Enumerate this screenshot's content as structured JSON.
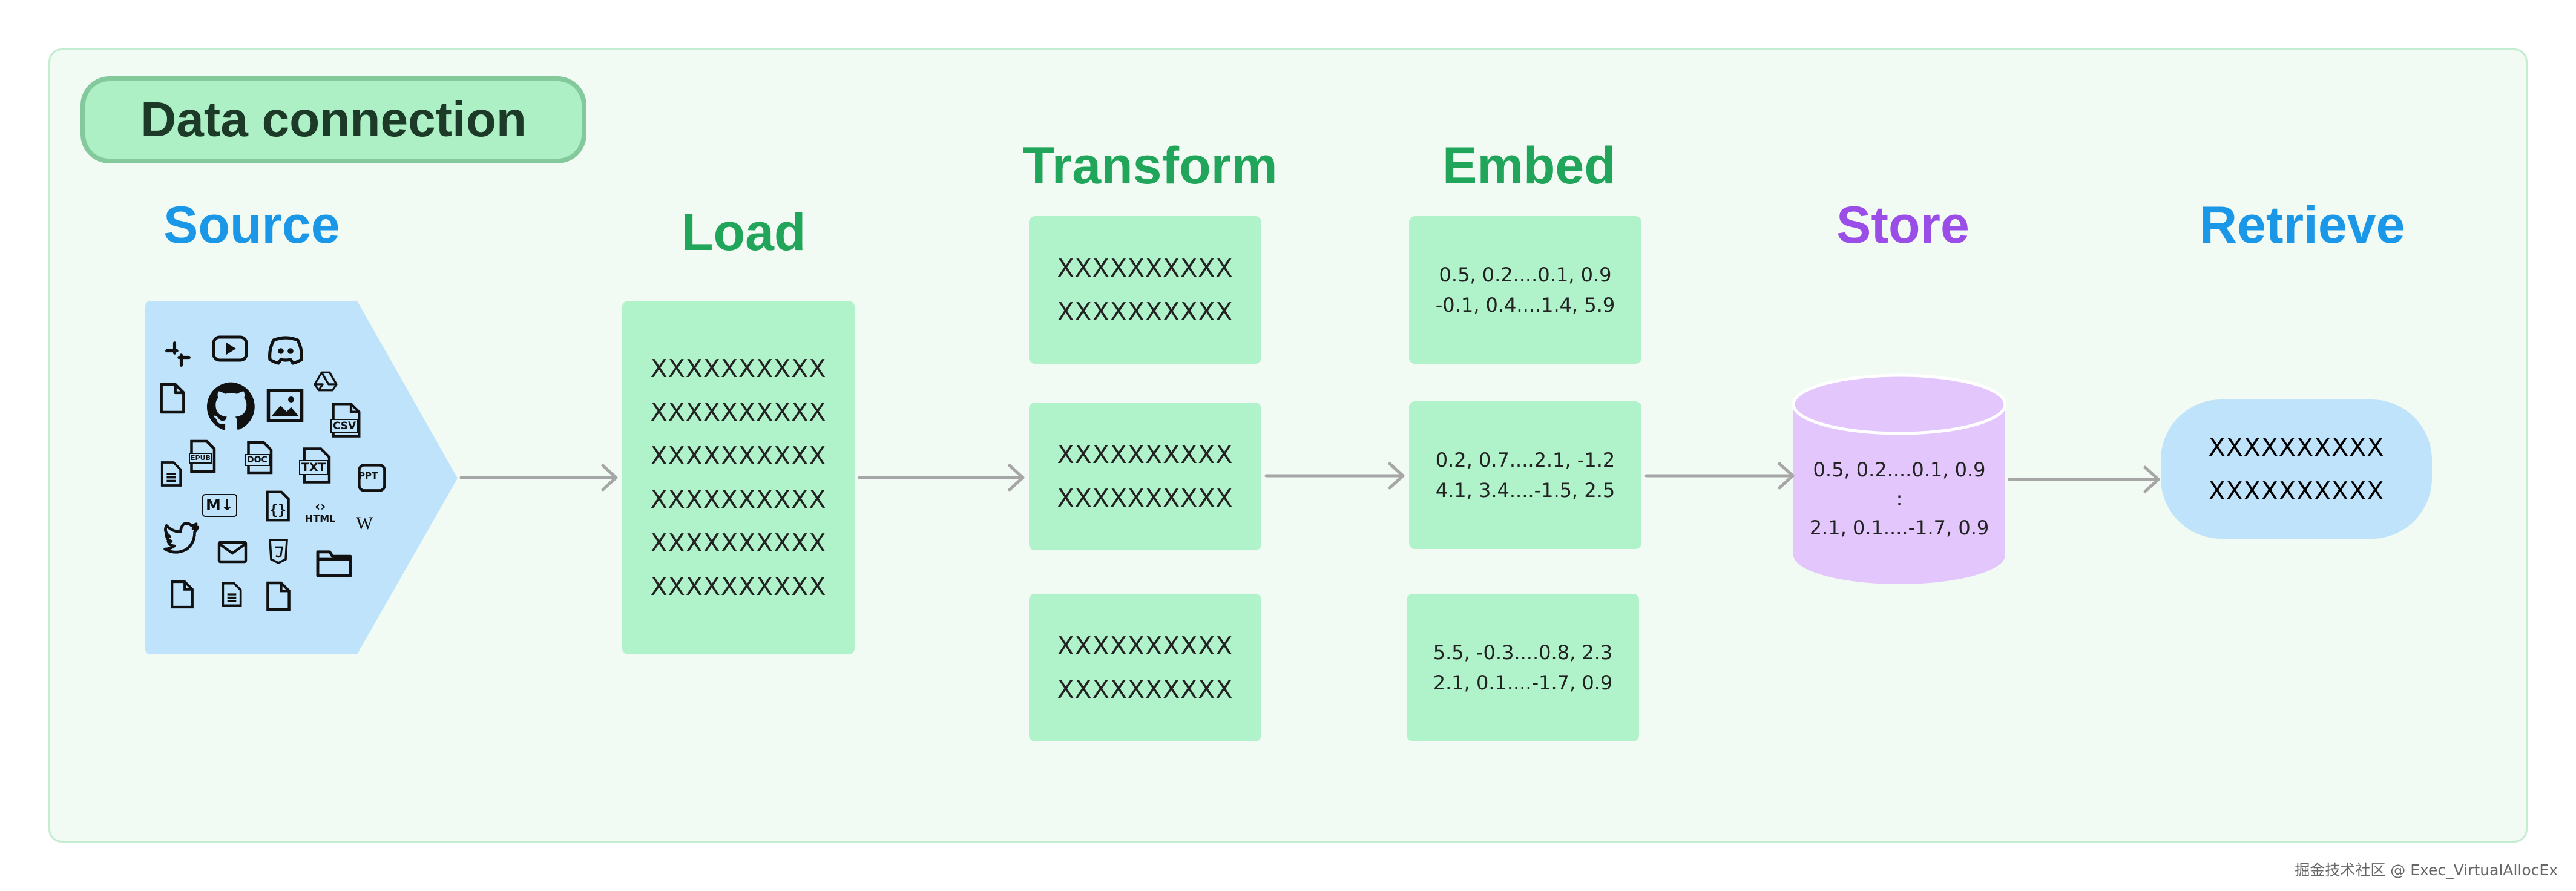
{
  "title": "Data connection",
  "stages": {
    "source": "Source",
    "load": "Load",
    "transform": "Transform",
    "embed": "Embed",
    "store": "Store",
    "retrieve": "Retrieve"
  },
  "load_lines": [
    "XXXXXXXXXX",
    "XXXXXXXXXX",
    "XXXXXXXXXX",
    "XXXXXXXXXX",
    "XXXXXXXXXX",
    "XXXXXXXXXX"
  ],
  "transform_chunks": [
    [
      "XXXXXXXXXX",
      "XXXXXXXXXX"
    ],
    [
      "XXXXXXXXXX",
      "XXXXXXXXXX"
    ],
    [
      "XXXXXXXXXX",
      "XXXXXXXXXX"
    ]
  ],
  "embed_vectors": [
    [
      "0.5, 0.2....0.1, 0.9",
      "-0.1, 0.4....1.4, 5.9"
    ],
    [
      "0.2, 0.7....2.1, -1.2",
      "4.1, 3.4....-1.5, 2.5"
    ],
    [
      "5.5, -0.3....0.8, 2.3",
      "2.1, 0.1....-1.7, 0.9"
    ]
  ],
  "store_lines": [
    "0.5, 0.2....0.1, 0.9",
    ":",
    "2.1, 0.1....-1.7, 0.9"
  ],
  "retrieve_lines": [
    "XXXXXXXXXX",
    "XXXXXXXXXX"
  ],
  "source_icon_labels": {
    "csv": "CSV",
    "epub": "EPUB",
    "doc": "DOC",
    "txt": "TXT",
    "ppt": "PPT",
    "md": "M↓",
    "html": "HTML",
    "wiki": "W"
  },
  "watermark": "掘金技术社区 @ Exec_VirtualAllocEx",
  "colors": {
    "panel_bg": "#f2fbf3",
    "green_box": "#b0f2c9",
    "green_heading": "#20a55a",
    "blue_heading": "#1b97e8",
    "purple_heading": "#9b4de8",
    "source_bg": "#bfe3fb",
    "store_cylinder": "#e3c6fb",
    "arrow": "#a6a6a6"
  }
}
